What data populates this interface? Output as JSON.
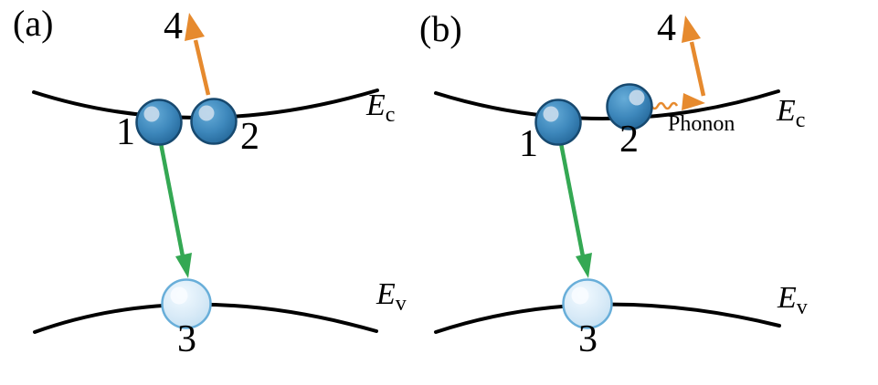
{
  "panel_a": {
    "label": "(a)",
    "electron1_label": "1",
    "electron2_label": "2",
    "hole_label": "3",
    "excited_electron_label": "4",
    "conduction_band_label": {
      "base": "E",
      "sub": "c"
    },
    "valence_band_label": {
      "base": "E",
      "sub": "v"
    }
  },
  "panel_b": {
    "label": "(b)",
    "electron1_label": "1",
    "electron2_label": "2",
    "hole_label": "3",
    "excited_electron_label": "4",
    "phonon_label": "Phonon",
    "conduction_band_label": {
      "base": "E",
      "sub": "c"
    },
    "valence_band_label": {
      "base": "E",
      "sub": "v"
    }
  },
  "colors": {
    "background": "#ffffff",
    "band_line": "#000000",
    "excitation_arrow_orange": "#E68A2E",
    "recombination_arrow_green": "#34A853",
    "electron_outline": "#17496F",
    "electron_gradient_light": "#66ACD8",
    "electron_gradient_mid": "#3E88BC",
    "electron_gradient_dark": "#236698",
    "electron_highlight": "#C9DCEC",
    "hole_outline": "#68AED9",
    "hole_gradient_light": "#F2FAFF",
    "hole_gradient_mid": "#D8EAF7",
    "hole_gradient_dark": "#C2DFF2",
    "hole_highlight": "#F8FCFF",
    "label_text": "#000000"
  }
}
